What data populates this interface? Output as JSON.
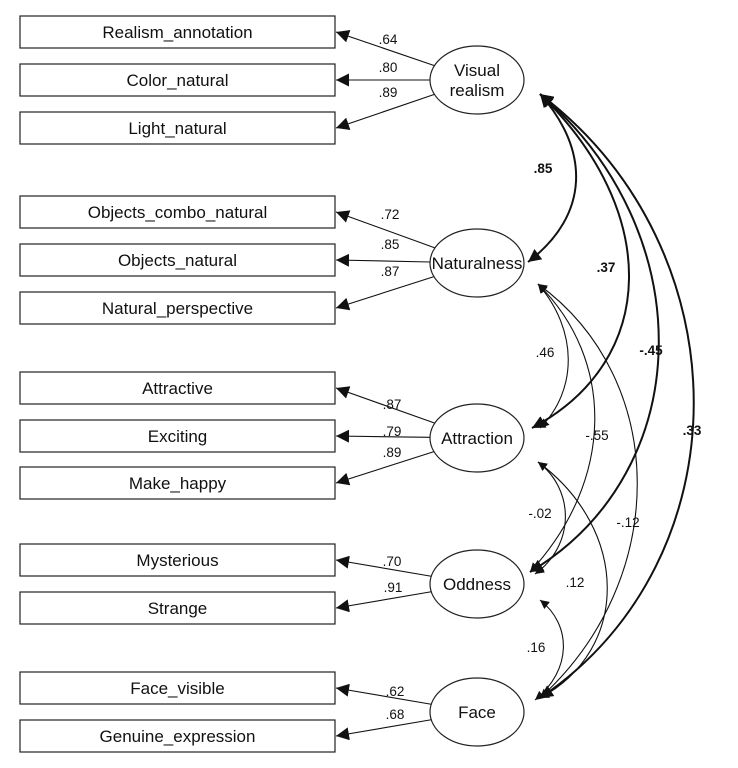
{
  "latents": [
    {
      "id": "visual_realism",
      "lines": [
        "Visual",
        "realism"
      ]
    },
    {
      "id": "naturalness",
      "lines": [
        "Naturalness"
      ]
    },
    {
      "id": "attraction",
      "lines": [
        "Attraction"
      ]
    },
    {
      "id": "oddness",
      "lines": [
        "Oddness"
      ]
    },
    {
      "id": "face",
      "lines": [
        "Face"
      ]
    }
  ],
  "indicators": [
    {
      "name": "Realism_annotation",
      "latent": "visual_realism",
      "loading": ".64"
    },
    {
      "name": "Color_natural",
      "latent": "visual_realism",
      "loading": ".80"
    },
    {
      "name": "Light_natural",
      "latent": "visual_realism",
      "loading": ".89"
    },
    {
      "name": "Objects_combo_natural",
      "latent": "naturalness",
      "loading": ".72"
    },
    {
      "name": "Objects_natural",
      "latent": "naturalness",
      "loading": ".85"
    },
    {
      "name": "Natural_perspective",
      "latent": "naturalness",
      "loading": ".87"
    },
    {
      "name": "Attractive",
      "latent": "attraction",
      "loading": ".87"
    },
    {
      "name": "Exciting",
      "latent": "attraction",
      "loading": ".79"
    },
    {
      "name": "Make_happy",
      "latent": "attraction",
      "loading": ".89"
    },
    {
      "name": "Mysterious",
      "latent": "oddness",
      "loading": ".70"
    },
    {
      "name": "Strange",
      "latent": "oddness",
      "loading": ".91"
    },
    {
      "name": "Face_visible",
      "latent": "face",
      "loading": ".62"
    },
    {
      "name": "Genuine_expression",
      "latent": "face",
      "loading": ".68"
    }
  ],
  "correlations": [
    {
      "from": "visual_realism",
      "to": "naturalness",
      "value": ".85",
      "bold": true
    },
    {
      "from": "visual_realism",
      "to": "attraction",
      "value": ".37",
      "bold": true
    },
    {
      "from": "visual_realism",
      "to": "oddness",
      "value": "-.45",
      "bold": true
    },
    {
      "from": "visual_realism",
      "to": "face",
      "value": ".33",
      "bold": true
    },
    {
      "from": "naturalness",
      "to": "attraction",
      "value": ".46",
      "bold": false
    },
    {
      "from": "naturalness",
      "to": "oddness",
      "value": "-.55",
      "bold": false
    },
    {
      "from": "naturalness",
      "to": "face",
      "value": "-.12",
      "bold": false
    },
    {
      "from": "attraction",
      "to": "oddness",
      "value": "-.02",
      "bold": false
    },
    {
      "from": "attraction",
      "to": "face",
      "value": ".12",
      "bold": false
    },
    {
      "from": "oddness",
      "to": "face",
      "value": ".16",
      "bold": false
    }
  ]
}
